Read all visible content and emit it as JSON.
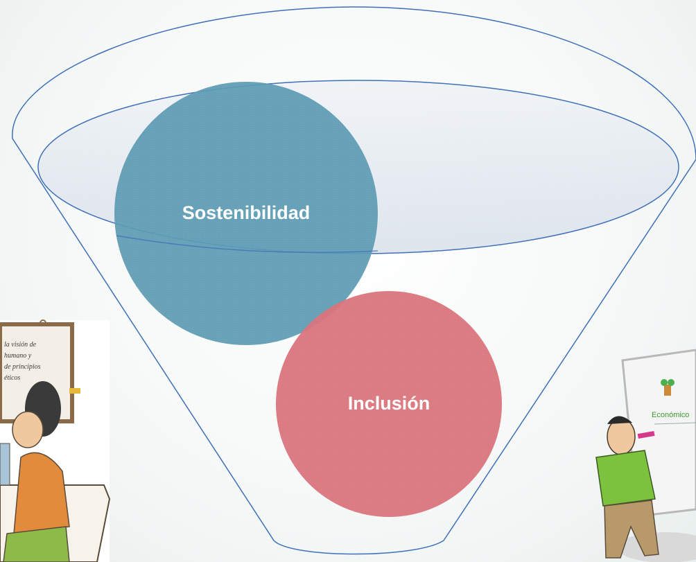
{
  "diagram": {
    "top_circle_label": "Sostenibilidad",
    "bottom_circle_label": "Inclusión",
    "colors": {
      "funnel_stroke": "#3f6fb8",
      "top_ellipse_fill": "#dfe6ee",
      "circle_top": "#5b9ab3",
      "circle_bottom": "#d9737a"
    }
  },
  "left_clipart": {
    "board_lines": [
      "la visión de",
      "humano y",
      "de principios",
      "éticos"
    ]
  },
  "right_clipart": {
    "board_word": "Económico"
  }
}
